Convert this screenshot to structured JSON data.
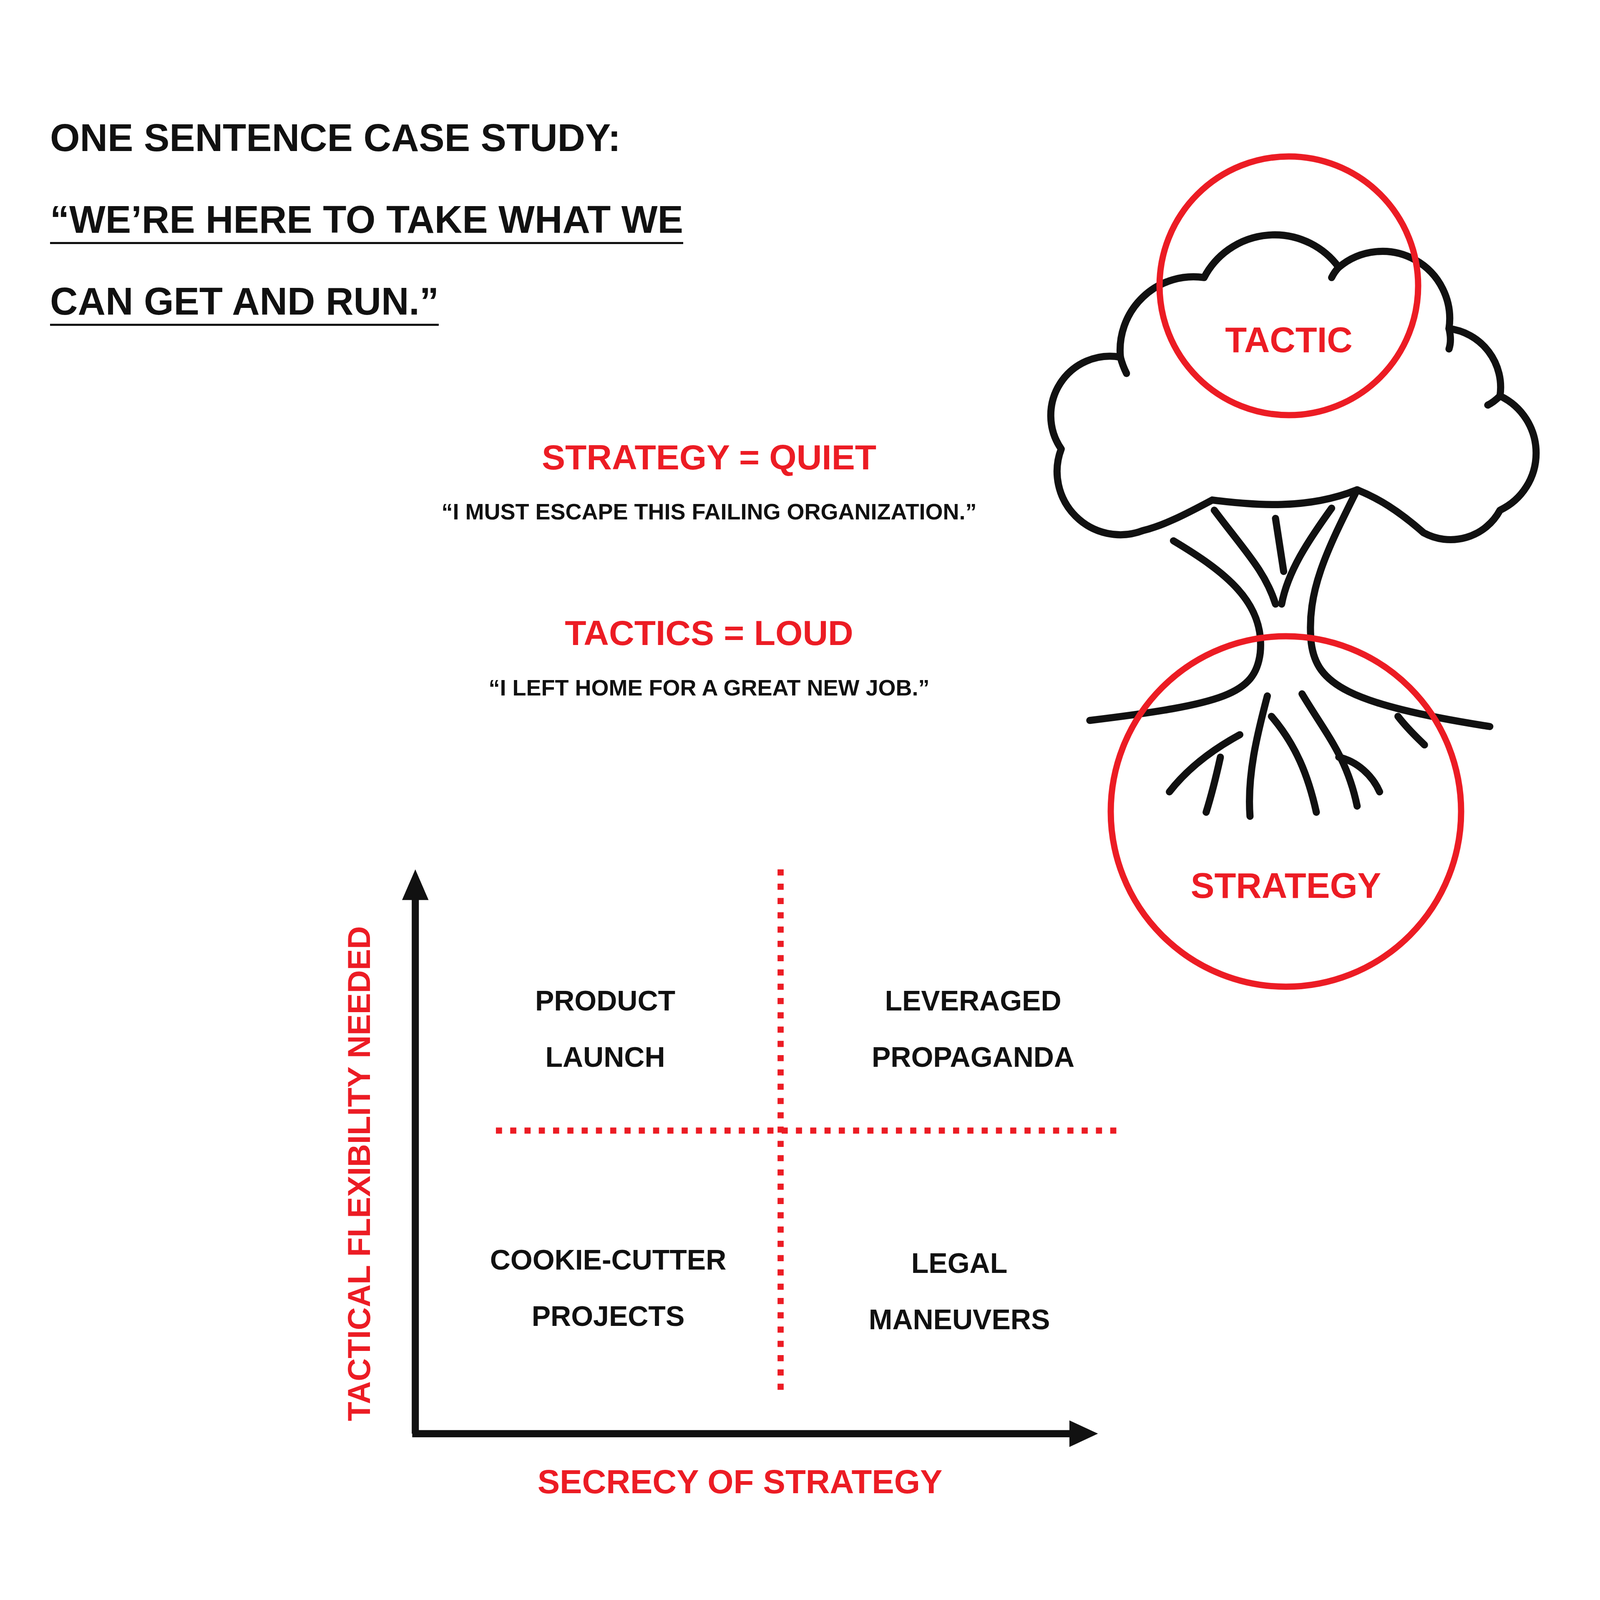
{
  "diagram": {
    "title": "ONE SENTENCE CASE STUDY:",
    "nodes": [
      {
        "text": [
          "TACTIC"
        ]
      },
      {
        "text": [
          "STRATEGY"
        ]
      }
    ],
    "labels": [
      "“WE’RE HERE TO TAKE WHAT WE CAN GET AND RUN.”",
      "STRATEGY = QUIET",
      "“I MUST ESCAPE THIS FAILING ORGANIZATION.”",
      "TACTICS = LOUD",
      "“I LEFT HOME FOR A GREAT NEW JOB.”",
      "PRODUCT LAUNCH",
      "LEVERAGED PROPAGANDA",
      "COOKIE-CUTTER PROJECTS",
      "LEGAL MANEUVERS",
      "TACTICAL FLEXIBILITY NEEDED",
      "SECRECY OF STRATEGY"
    ]
  }
}
